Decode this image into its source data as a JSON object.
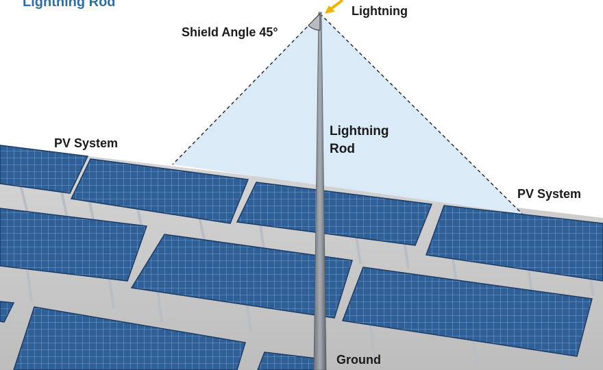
{
  "title": "Lightning Rod",
  "labels": {
    "lightning": "Lightning",
    "shield_angle": "Shield Angle 45°",
    "rod_line1": "Lightning",
    "rod_line2": "Rod",
    "pv_left": "PV System",
    "pv_right": "PV System",
    "ground": "Ground"
  },
  "colors": {
    "panel": "#2f5f97",
    "panel_edge": "#1b3c64",
    "cell_grid": "#8fb4dc",
    "frame": "#b9bec4",
    "cone_fill": "#dbeaf7",
    "rod": "#8a8f96",
    "ground": "#c9c9c9",
    "bolt": "#f0b400",
    "title": "#2c6fa8"
  },
  "icons": {
    "bolt": "lightning-bolt-icon",
    "angle": "angle-arc-icon"
  }
}
